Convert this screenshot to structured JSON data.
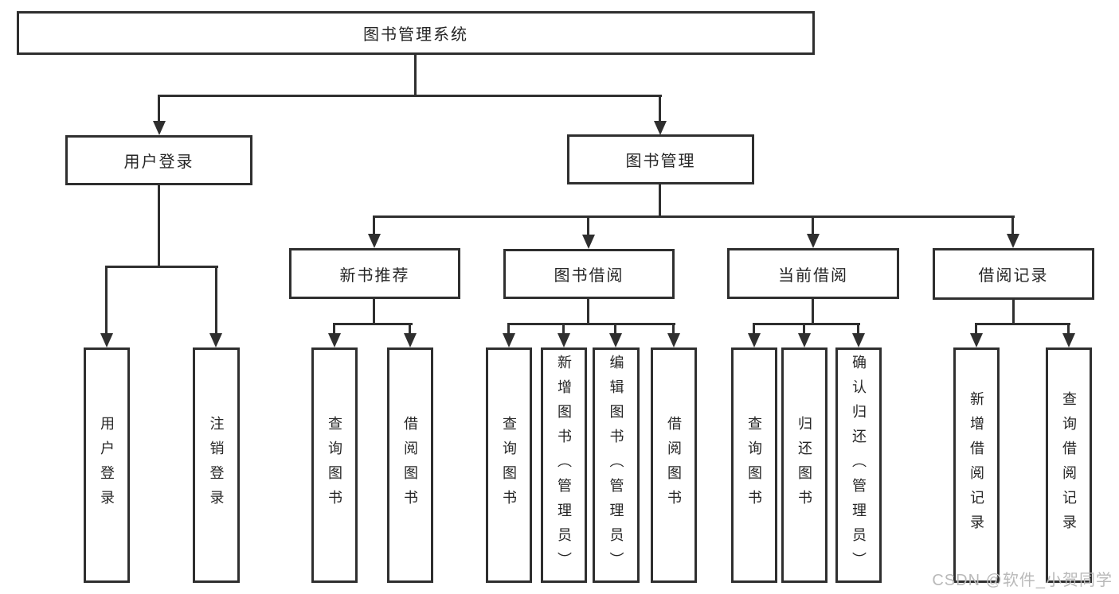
{
  "tree": {
    "label": "图书管理系统",
    "children": [
      {
        "label": "用户登录",
        "children": [
          {
            "label": "用户登录"
          },
          {
            "label": "注销登录"
          }
        ]
      },
      {
        "label": "图书管理",
        "children": [
          {
            "label": "新书推荐",
            "children": [
              {
                "label": "查询图书"
              },
              {
                "label": "借阅图书"
              }
            ]
          },
          {
            "label": "图书借阅",
            "children": [
              {
                "label": "查询图书"
              },
              {
                "label": "新增图书（管理员）"
              },
              {
                "label": "编辑图书（管理员）"
              },
              {
                "label": "借阅图书"
              }
            ]
          },
          {
            "label": "当前借阅",
            "children": [
              {
                "label": "查询图书"
              },
              {
                "label": "归还图书"
              },
              {
                "label": "确认归还（管理员）"
              }
            ]
          },
          {
            "label": "借阅记录",
            "children": [
              {
                "label": "新增借阅记录"
              },
              {
                "label": "查询借阅记录"
              }
            ]
          }
        ]
      }
    ]
  },
  "watermark": {
    "text": "CSDN @软件_小贺同学"
  },
  "colors": {
    "line": "#2f2f2f",
    "text": "#262626",
    "watermark": "#b9b9b9"
  }
}
